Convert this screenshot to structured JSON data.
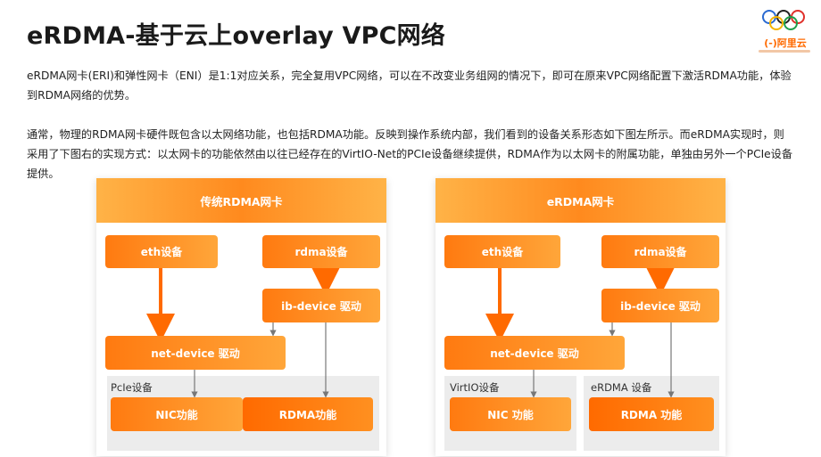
{
  "title": "eRDMA-基于云上overlay VPC网络",
  "para1": "eRDMA网卡(ERI)和弹性网卡（ENI）是1:1对应关系，完全复用VPC网络，可以在不改变业务组网的情况下，即可在原来VPC网络配置下激活RDMA功能，体验到RDMA网络的优势。",
  "para2": "通常，物理的RDMA网卡硬件既包含以太网络功能，也包括RDMA功能。反映到操作系统内部，我们看到的设备关系形态如下图左所示。而eRDMA实现时，则采用了下图右的实现方式：以太网卡的功能依然由以往已经存在的VirtIO-Net的PCIe设备继续提供，RDMA作为以太网卡的附属功能，单独由另外一个PCIe设备提供。",
  "logo": {
    "brand": "(-)阿里云"
  },
  "colors": {
    "accent": "#ff6a00",
    "header": "#ffa63a"
  },
  "left": {
    "header": "传统RDMA网卡",
    "eth": "eth设备",
    "rdma": "rdma设备",
    "ib": "ib-device 驱动",
    "net": "net-device 驱动",
    "pcie_label": "PcIe设备",
    "nic": "NIC功能",
    "rdma_func": "RDMA功能"
  },
  "right": {
    "header": "eRDMA网卡",
    "eth": "eth设备",
    "rdma": "rdma设备",
    "ib": "ib-device 驱动",
    "net": "net-device 驱动",
    "virtio_label": "VirtIO设备",
    "erdma_label": "eRDMA 设备",
    "nic": "NIC 功能",
    "rdma_func": "RDMA 功能"
  }
}
